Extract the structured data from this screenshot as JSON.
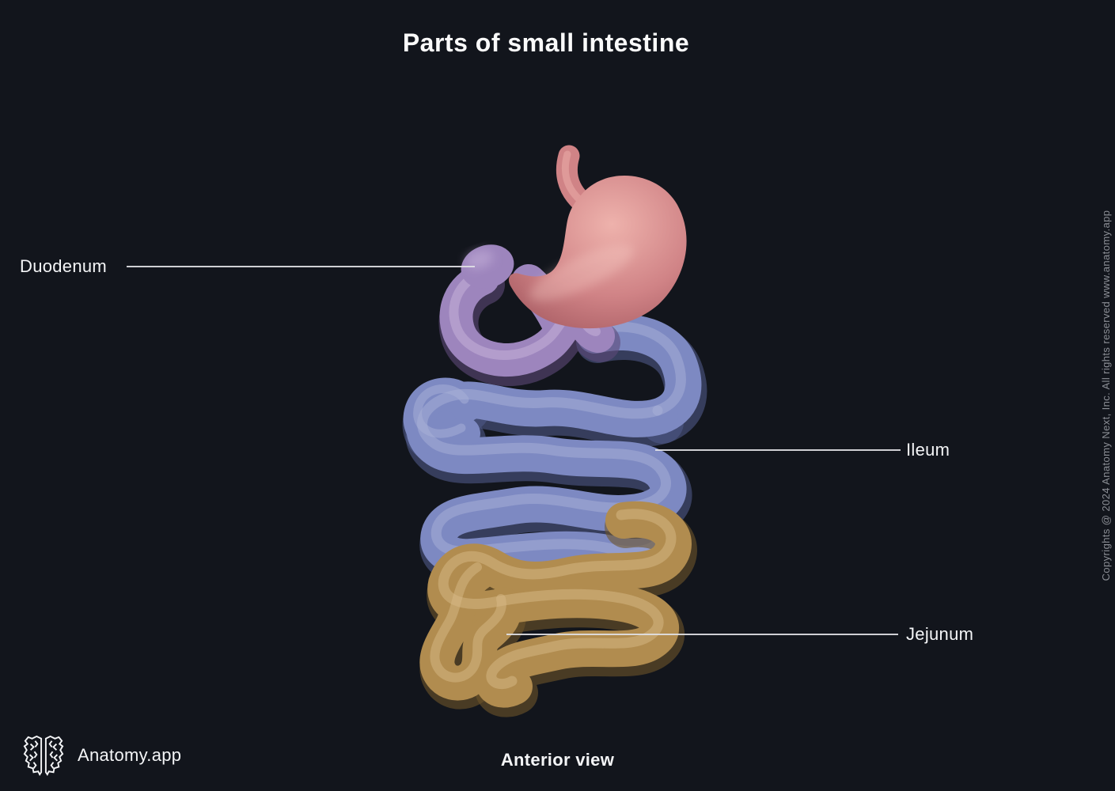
{
  "title": "Parts of small intestine",
  "footer": {
    "view_label": "Anterior view"
  },
  "brand": {
    "name": "Anatomy.app",
    "logo_icon": "brain-logo-icon"
  },
  "copyright_notice": "Copyrights @ 2024 Anatomy Next, Inc. All rights reserved www.anatomy.app",
  "labels": {
    "duodenum": "Duodenum",
    "ileum": "Ileum",
    "jejunum": "Jejunum"
  },
  "palette": {
    "background": "#12151c",
    "title_text": "#fafafa",
    "label_text": "#f4f5f7",
    "leader_line": "#dfe0e4",
    "copyright_text": "#8b8e95",
    "stomach": "#d08386",
    "stomach_light": "#eeb2ac",
    "stomach_dark": "#a3585f",
    "duodenum": "#9d85bd",
    "duodenum_light": "#c5b0d9",
    "duodenum_dark": "#5d4a78",
    "ileum": "#7d89c2",
    "ileum_light": "#aab2d8",
    "ileum_dark": "#4f5987",
    "jejunum": "#b18c4f",
    "jejunum_light": "#d7b987",
    "jejunum_dark": "#6e5529"
  }
}
